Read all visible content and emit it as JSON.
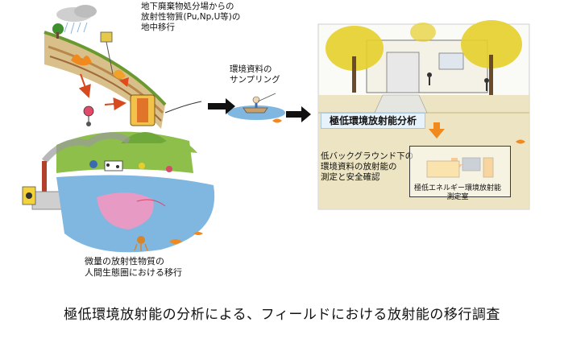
{
  "labels": {
    "underground_migration": [
      "地下廃棄物処分場からの",
      "放射性物質(Pu,Np,U等)の",
      "地中移行"
    ],
    "sampling": [
      "環境資料の",
      "サンプリング"
    ],
    "analysis_title": "極低環境放射能分析",
    "low_background": [
      "低バックグラウンド下の",
      "環境資料の放射能の",
      "測定と安全確認"
    ],
    "lab": [
      "極低エネルギー環境放射能",
      "測定室"
    ],
    "human_sphere": [
      "微量の放射性物質の",
      "人間生態圏における移行"
    ]
  },
  "caption": "極低環境放射能の分析による、フィールドにおける放射能の移行調査",
  "colors": {
    "earth": "#c9a36a",
    "grass": "#8dbf4a",
    "tree": "#e6cf2b",
    "water": "#7fb7e0",
    "pink": "#e79ac3",
    "arrow": "#222222",
    "orange": "#f08a1e"
  }
}
